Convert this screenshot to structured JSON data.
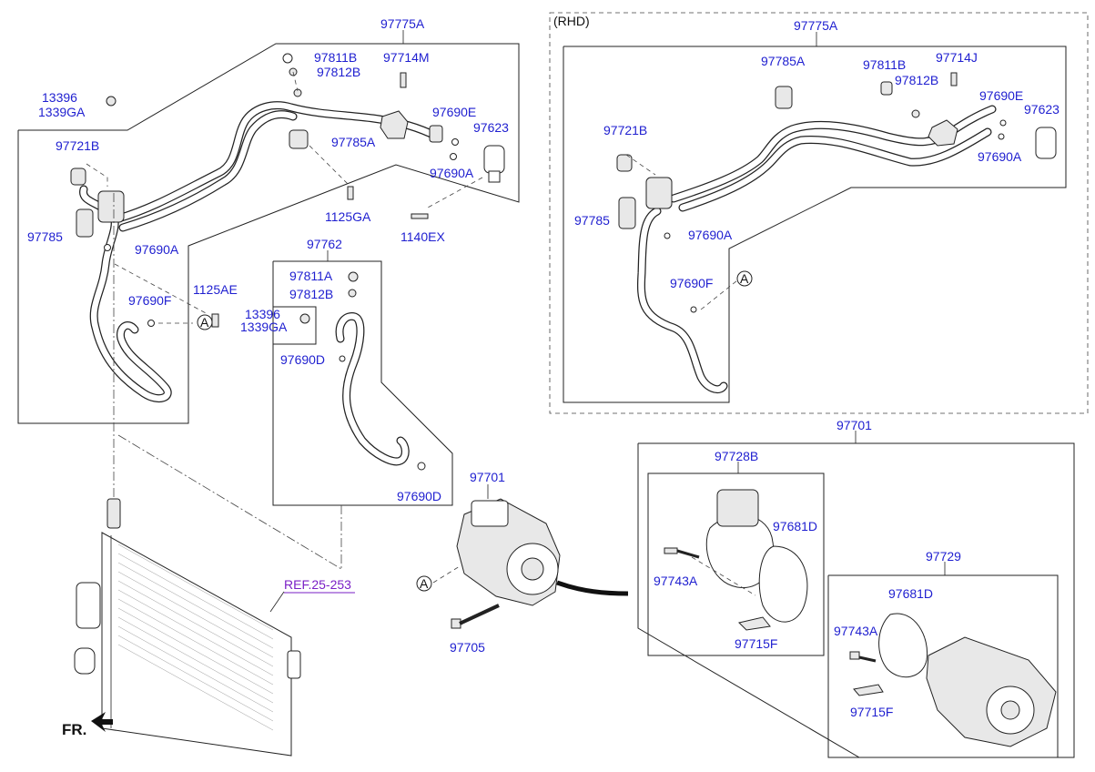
{
  "labels": {
    "top_97775A_left": "97775A",
    "l_97811B": "97811B",
    "l_97812B": "97812B",
    "l_97714M": "97714M",
    "l_13396_a": "13396",
    "l_1339GA_a": "1339GA",
    "l_97721B": "97721B",
    "l_97690E": "97690E",
    "l_97623": "97623",
    "l_97785A": "97785A",
    "l_97690A_top": "97690A",
    "l_1125GA": "1125GA",
    "l_1140EX": "1140EX",
    "l_97785": "97785",
    "l_97690A_mid": "97690A",
    "l_97762": "97762",
    "l_97811A": "97811A",
    "l_97812B_mid": "97812B",
    "l_1125AE": "1125AE",
    "l_97690F": "97690F",
    "l_13396_b": "13396",
    "l_1339GA_b": "1339GA",
    "l_97690D_a": "97690D",
    "l_97690D_b": "97690D",
    "l_97701_comp": "97701",
    "l_ref": "REF.25-253",
    "l_97705": "97705",
    "l_fr": "FR.",
    "rhd": "(RHD)",
    "r_97775A": "97775A",
    "r_97785A": "97785A",
    "r_97811B": "97811B",
    "r_97714J": "97714J",
    "r_97812B": "97812B",
    "r_97690E": "97690E",
    "r_97623": "97623",
    "r_97721B": "97721B",
    "r_97690A_right": "97690A",
    "r_97785": "97785",
    "r_97690A_mid": "97690A",
    "r_97690F": "97690F",
    "a_marker": "A",
    "g_97701": "97701",
    "g_97728B": "97728B",
    "g_97681D_a": "97681D",
    "g_97743A_a": "97743A",
    "g_97715F_a": "97715F",
    "g_97729": "97729",
    "g_97681D_b": "97681D",
    "g_97743A_b": "97743A",
    "g_97715F_b": "97715F"
  },
  "colors": {
    "label": "#1f1fd0",
    "reference": "#7a1fc6",
    "line": "#222222"
  }
}
